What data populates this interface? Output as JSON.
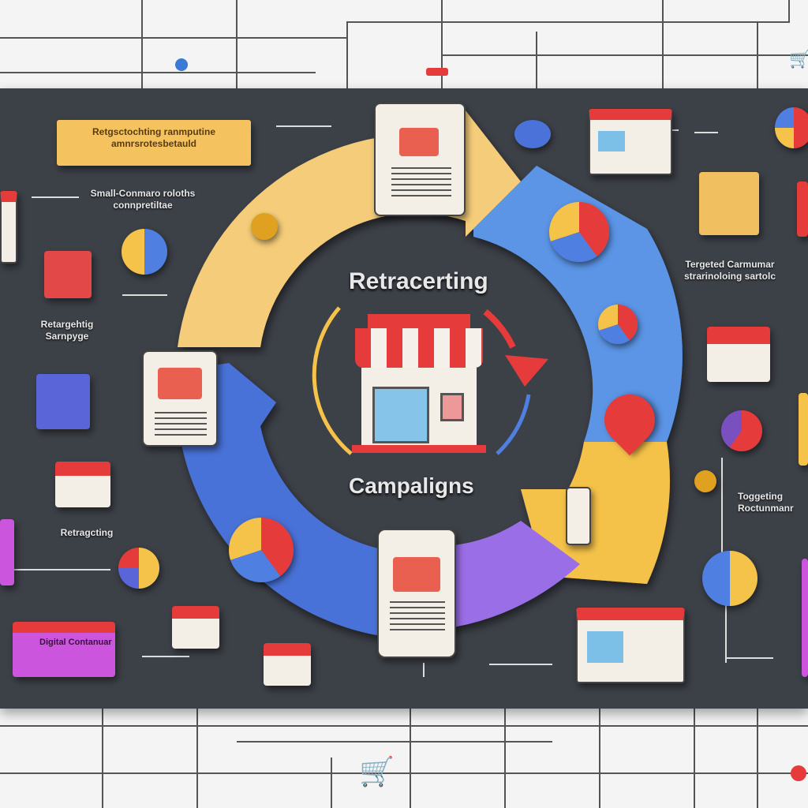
{
  "center": {
    "title_top": "Retracerting",
    "title_bottom": "Campaligns"
  },
  "labels": {
    "top_banner": "Retgsctochting ranmputine amnrsrotesbetauld",
    "small_commerce": "Small-Conmaro roloths connpretiltae",
    "retargeting_sample": "Retargehtig Sarnpyge",
    "retargeting": "Retragcting",
    "digital_container": "Digital Contanuar",
    "targeted_consumer": "Tergeted Carmumar strarinoloing sartolc",
    "targeting_recommend": "Toggeting Roctunmanr"
  },
  "colors": {
    "panel": "#3c4047",
    "yellow": "#f5c260",
    "blue": "#4f7fe0",
    "purple": "#9a6ee6",
    "red": "#e53b3b",
    "light_blue": "#6aaee8"
  }
}
